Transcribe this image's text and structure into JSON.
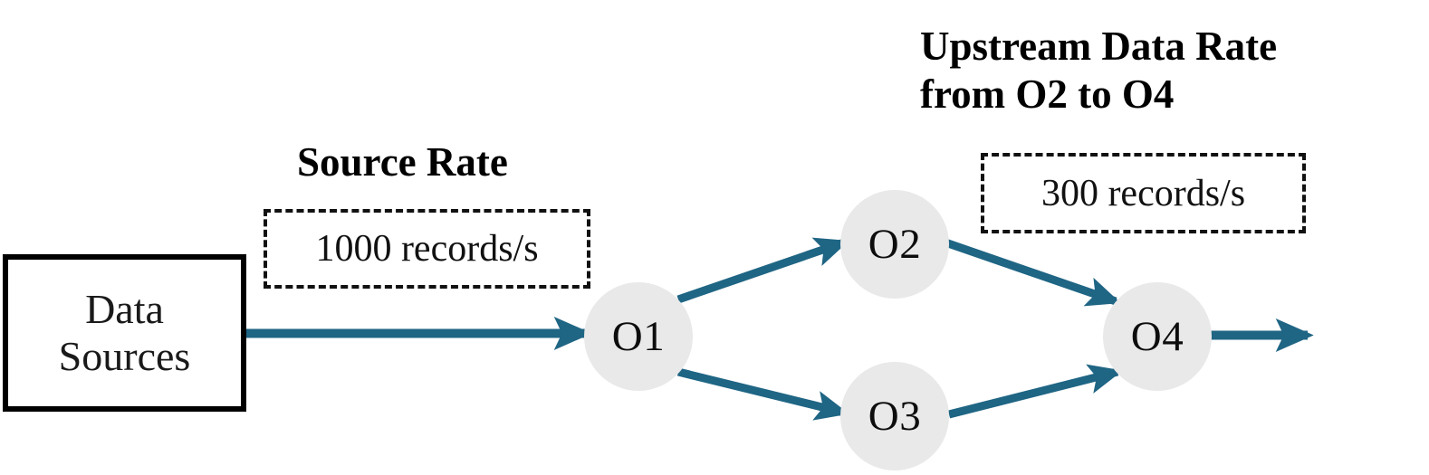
{
  "diagram": {
    "title_hidden": "",
    "accent_color": "#1f6584",
    "node_fill": "#e9e9e9",
    "box_border_color": "#000000",
    "source": {
      "name": "data-sources",
      "line1": "Data",
      "line2": "Sources"
    },
    "captions": {
      "source_rate": "Source Rate",
      "upstream_rate": "Upstream Data Rate\nfrom O2 to O4"
    },
    "values": {
      "source_rate": "1000 records/s",
      "upstream_rate": "300 records/s"
    },
    "nodes": [
      {
        "id": "o1",
        "label": "O1"
      },
      {
        "id": "o2",
        "label": "O2"
      },
      {
        "id": "o3",
        "label": "O3"
      },
      {
        "id": "o4",
        "label": "O4"
      }
    ],
    "edges": [
      {
        "from": "data-sources",
        "to": "o1",
        "rate": "1000 records/s"
      },
      {
        "from": "o1",
        "to": "o2",
        "rate": ""
      },
      {
        "from": "o1",
        "to": "o3",
        "rate": ""
      },
      {
        "from": "o2",
        "to": "o4",
        "rate": "300 records/s"
      },
      {
        "from": "o3",
        "to": "o4",
        "rate": ""
      },
      {
        "from": "o4",
        "to": "output",
        "rate": ""
      }
    ]
  }
}
